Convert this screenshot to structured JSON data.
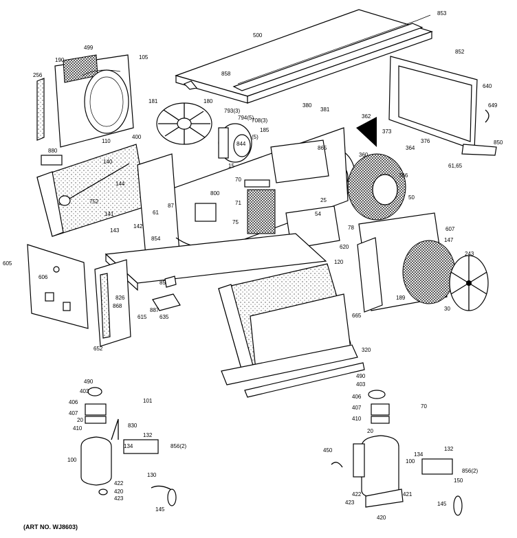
{
  "art_no": "(ART NO. WJ8603)",
  "callouts": [
    {
      "id": "c853",
      "text": "853"
    },
    {
      "id": "c500",
      "text": "500"
    },
    {
      "id": "c858",
      "text": "858"
    },
    {
      "id": "c852",
      "text": "852"
    },
    {
      "id": "c499",
      "text": "499"
    },
    {
      "id": "c190",
      "text": "190"
    },
    {
      "id": "c105",
      "text": "105"
    },
    {
      "id": "c256",
      "text": "256"
    },
    {
      "id": "c181",
      "text": "181"
    },
    {
      "id": "c180",
      "text": "180"
    },
    {
      "id": "c793",
      "text": "793(3)"
    },
    {
      "id": "c794",
      "text": "794(5)"
    },
    {
      "id": "c708",
      "text": "708(3)"
    },
    {
      "id": "c185",
      "text": "185"
    },
    {
      "id": "c5",
      "text": "(5)"
    },
    {
      "id": "c380",
      "text": "380"
    },
    {
      "id": "c381",
      "text": "381"
    },
    {
      "id": "c362",
      "text": "362"
    },
    {
      "id": "c373",
      "text": "373"
    },
    {
      "id": "c364",
      "text": "364"
    },
    {
      "id": "c376",
      "text": "376"
    },
    {
      "id": "c640",
      "text": "640"
    },
    {
      "id": "c649",
      "text": "649"
    },
    {
      "id": "c850",
      "text": "850"
    },
    {
      "id": "c6165",
      "text": "61,65"
    },
    {
      "id": "c880",
      "text": "880"
    },
    {
      "id": "c110",
      "text": "110"
    },
    {
      "id": "c400",
      "text": "400"
    },
    {
      "id": "c15",
      "text": "15"
    },
    {
      "id": "c844",
      "text": "844"
    },
    {
      "id": "c865",
      "text": "865"
    },
    {
      "id": "c360",
      "text": "360"
    },
    {
      "id": "c366",
      "text": "366"
    },
    {
      "id": "c144",
      "text": "144"
    },
    {
      "id": "c140",
      "text": "140"
    },
    {
      "id": "c752",
      "text": "752"
    },
    {
      "id": "c141",
      "text": "141"
    },
    {
      "id": "c61",
      "text": "61"
    },
    {
      "id": "c87",
      "text": "87"
    },
    {
      "id": "c800",
      "text": "800"
    },
    {
      "id": "c70",
      "text": "70"
    },
    {
      "id": "c71",
      "text": "71"
    },
    {
      "id": "c25",
      "text": "25"
    },
    {
      "id": "c50",
      "text": "50"
    },
    {
      "id": "c607",
      "text": "607"
    },
    {
      "id": "c243",
      "text": "243"
    },
    {
      "id": "c147",
      "text": "147"
    },
    {
      "id": "c75",
      "text": "75"
    },
    {
      "id": "c54",
      "text": "54"
    },
    {
      "id": "c78",
      "text": "78"
    },
    {
      "id": "c620",
      "text": "620"
    },
    {
      "id": "c143",
      "text": "143"
    },
    {
      "id": "c142",
      "text": "142"
    },
    {
      "id": "c854",
      "text": "854"
    },
    {
      "id": "c605",
      "text": "605"
    },
    {
      "id": "c606",
      "text": "606"
    },
    {
      "id": "c826",
      "text": "826"
    },
    {
      "id": "c868",
      "text": "868"
    },
    {
      "id": "c85",
      "text": "85"
    },
    {
      "id": "c887",
      "text": "887"
    },
    {
      "id": "c635",
      "text": "635"
    },
    {
      "id": "c615",
      "text": "615"
    },
    {
      "id": "c652",
      "text": "652"
    },
    {
      "id": "c120",
      "text": "120"
    },
    {
      "id": "c189",
      "text": "189"
    },
    {
      "id": "c30",
      "text": "30"
    },
    {
      "id": "c665",
      "text": "665"
    },
    {
      "id": "c320",
      "text": "320"
    },
    {
      "id": "c490",
      "text": "490"
    },
    {
      "id": "c403",
      "text": "403"
    },
    {
      "id": "c406",
      "text": "406"
    },
    {
      "id": "c407",
      "text": "407"
    },
    {
      "id": "c20",
      "text": "20"
    },
    {
      "id": "c410",
      "text": "410"
    },
    {
      "id": "c830",
      "text": "830"
    },
    {
      "id": "c101",
      "text": "101"
    },
    {
      "id": "c132",
      "text": "132"
    },
    {
      "id": "c8562",
      "text": "856(2)"
    },
    {
      "id": "c134",
      "text": "134"
    },
    {
      "id": "c100",
      "text": "100"
    },
    {
      "id": "c130",
      "text": "130"
    },
    {
      "id": "c422",
      "text": "422"
    },
    {
      "id": "c420",
      "text": "420"
    },
    {
      "id": "c423",
      "text": "423"
    },
    {
      "id": "c145",
      "text": "145"
    },
    {
      "id": "c490b",
      "text": "490"
    },
    {
      "id": "c403b",
      "text": "403"
    },
    {
      "id": "c406b",
      "text": "406"
    },
    {
      "id": "c407b",
      "text": "407"
    },
    {
      "id": "c410b",
      "text": "410"
    },
    {
      "id": "c20b",
      "text": "20"
    },
    {
      "id": "c70b",
      "text": "70"
    },
    {
      "id": "c450",
      "text": "450"
    },
    {
      "id": "c100b",
      "text": "100"
    },
    {
      "id": "c134b",
      "text": "134"
    },
    {
      "id": "c132b",
      "text": "132"
    },
    {
      "id": "c8562b",
      "text": "856(2)"
    },
    {
      "id": "c150",
      "text": "150"
    },
    {
      "id": "c422b",
      "text": "422"
    },
    {
      "id": "c421",
      "text": "421"
    },
    {
      "id": "c423b",
      "text": "423"
    },
    {
      "id": "c420b",
      "text": "420"
    },
    {
      "id": "c145b",
      "text": "145"
    }
  ]
}
